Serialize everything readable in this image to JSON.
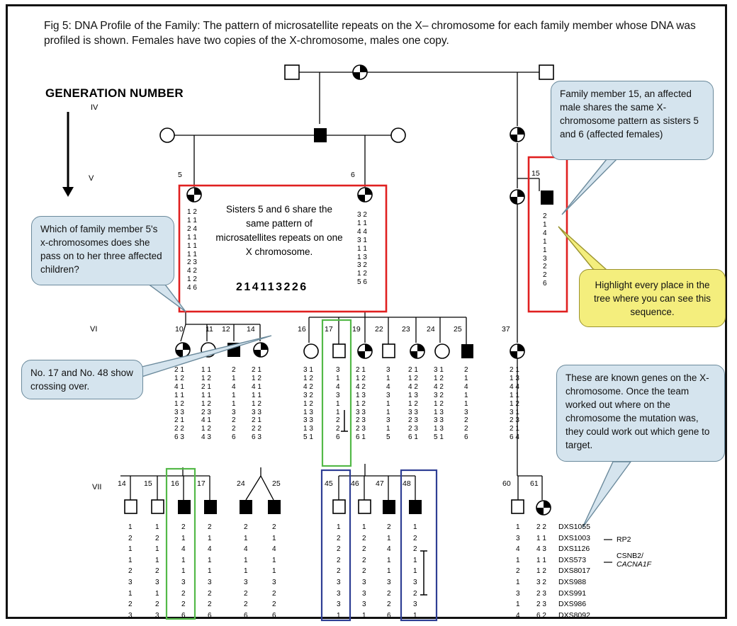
{
  "title": "Fig 5:  DNA Profile of the Family:  The pattern of microsatellite repeats on the X– chromosome for each family member whose DNA was profiled is shown. Females have two copies of the X-chromosome, males one copy.",
  "generation_label": "GENERATION NUMBER",
  "generations": [
    "IV",
    "V",
    "VI",
    "VII"
  ],
  "callouts": {
    "member15": "Family member 15, an affected male shares the same X-chromosome pattern as sisters 5 and 6 (affected females)",
    "which": "Which of family member 5's x-chromosomes does she pass on to her three affected children?",
    "crossing": "No. 17 and No. 48 show crossing over.",
    "highlight": "Highlight every place  in the tree where you can see this sequence.",
    "genes": "These are known genes on the X-chromosome.  Once the team worked out where on the chromosome the mutation was, they could work out which gene to target."
  },
  "sisters_box": {
    "text": "Sisters 5 and 6 share the same pattern of microsatellites  repeats on one X chromosome.",
    "sequence": "214113226"
  },
  "member_numbers": {
    "v": [
      "5",
      "6",
      "15"
    ],
    "vi": [
      "10",
      "11",
      "12",
      "14",
      "16",
      "17",
      "19",
      "22",
      "23",
      "24",
      "25",
      "37"
    ],
    "vii": [
      "14",
      "15",
      "16",
      "17",
      "24",
      "25",
      "45",
      "46",
      "47",
      "48",
      "60",
      "61"
    ]
  },
  "markers": [
    "DXS1055",
    "DXS1003",
    "DXS1126",
    "DXS573",
    "DXS8017",
    "DXS988",
    "DXS991",
    "DXS986",
    "DXS8092"
  ],
  "genes": [
    "RP2",
    "CSNB2/",
    "CACNA1F"
  ],
  "haplotypes": {
    "v5": "1 2\n1 1\n2 4\n1 1\n1 1\n1 1\n2 3\n4 2\n1 2\n4 6",
    "v6": "3 2\n1 1\n4 4\n3 1\n1 1\n1 3\n3 2\n1 2\n5 6",
    "v15": "2\n1\n4\n1\n1\n3\n2\n2\n6",
    "vi10": "2 1\n1 2\n4 1\n1 1\n1 2\n3 3\n2 1\n2 2\n6 3",
    "vi11": "1 1\n1 2\n2 1\n1 1\n1 2\n2 3\n4 1\n1 2\n4 3",
    "vi12": "2\n1\n4\n1\n1\n3\n2\n2\n6",
    "vi14": "2 1\n1 2\n4 1\n1 1\n1 2\n3 3\n2 1\n2 2\n6 3",
    "vi16": "3 1\n1 2\n4 2\n3 2\n1 2\n1 3\n3 3\n1 3\n5 1",
    "vi17": "3\n1\n4\n3\n1\n1\n2\n2\n6",
    "vi19": "2 1\n1 2\n4 2\n1 3\n1 2\n3 3\n2 3\n2 3\n6 1",
    "vi22": "3\n1\n4\n3\n1\n1\n3\n1\n5",
    "vi23": "2 1\n1 2\n4 2\n1 3\n1 2\n3 3\n2 3\n2 3\n6 1",
    "vi24": "3 1\n1 2\n4 2\n3 2\n1 2\n1 3\n3 3\n1 3\n5 1",
    "vi25": "2\n1\n4\n1\n1\n3\n2\n2\n6",
    "vi37": "2 1\n1 3\n4 4\n1 1\n1 2\n3 1\n2 3\n2 1\n6 4",
    "vii14": "1\n2\n1\n1\n2\n3\n1\n2\n3",
    "vii15": "1\n2\n1\n1\n2\n3\n1\n2\n3",
    "vii16": "2\n1\n4\n1\n1\n3\n2\n2\n6",
    "vii17": "2\n1\n4\n1\n1\n3\n2\n2\n6",
    "vii24": "2\n1\n4\n1\n1\n3\n2\n2\n6",
    "vii25": "2\n1\n4\n1\n1\n3\n2\n2\n6",
    "vii45": "1\n2\n2\n2\n2\n3\n3\n3\n1",
    "vii46": "1\n2\n2\n2\n2\n3\n3\n3\n1",
    "vii47": "2\n1\n4\n1\n1\n3\n2\n2\n6",
    "vii48": "1\n2\n2\n1\n1\n3\n2\n3\n1",
    "vii60": "1\n3\n4\n1\n2\n1\n3\n1\n4",
    "vii61": "2 2\n1 1\n4 3\n1 1\n1 2\n3 2\n2 3\n2 3\n6 2"
  }
}
